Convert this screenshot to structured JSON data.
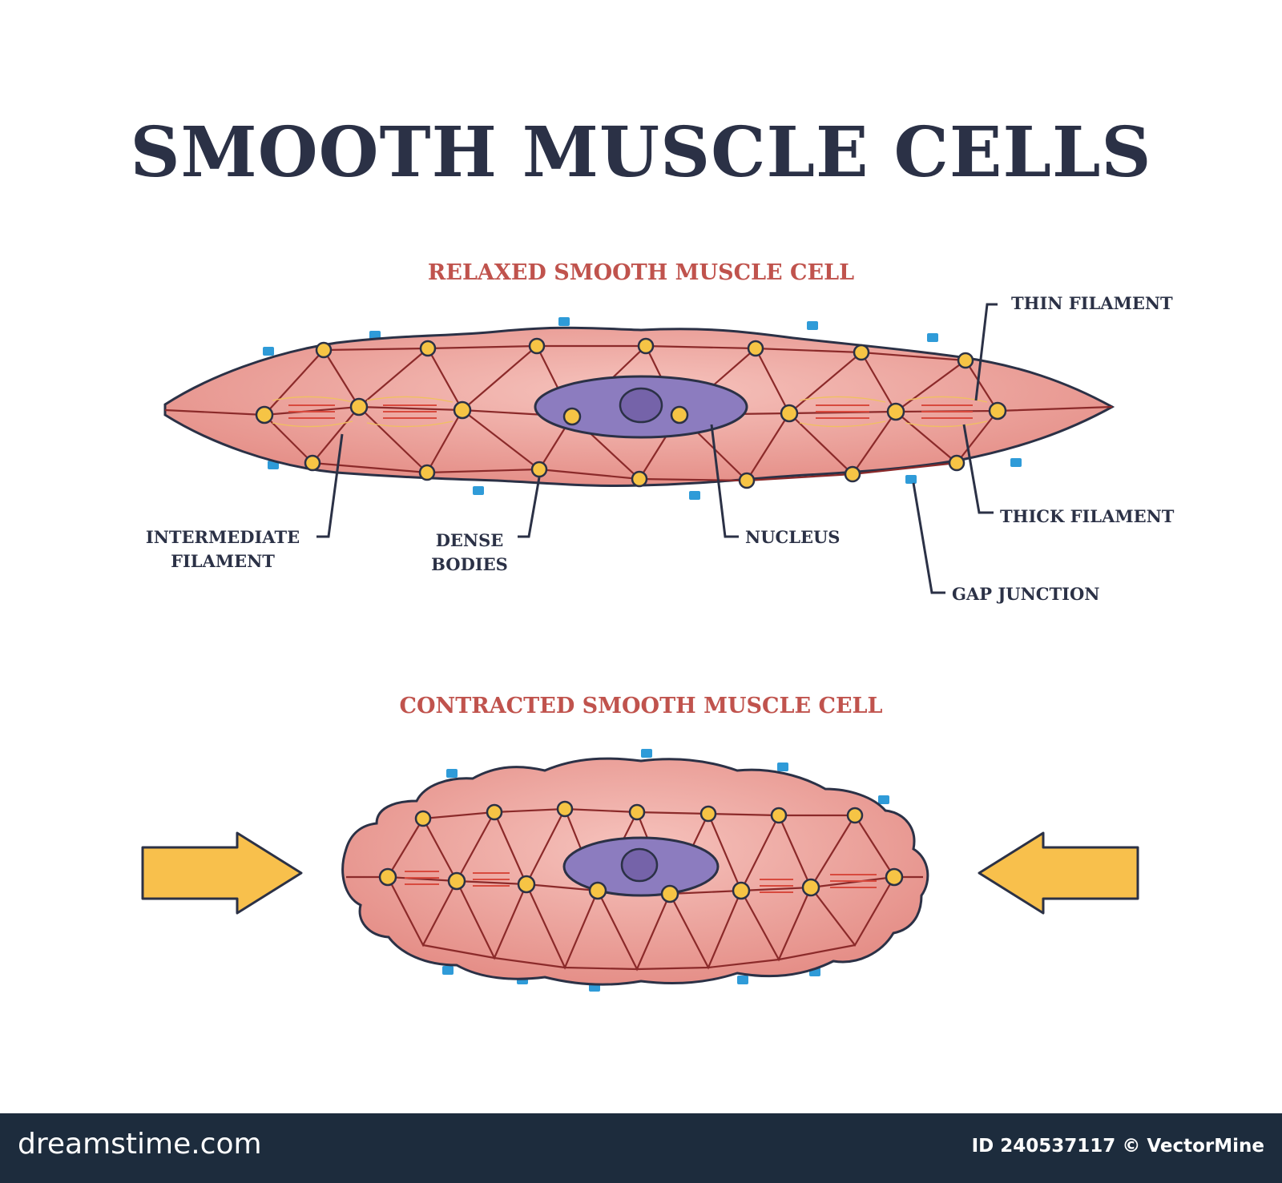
{
  "title": "SMOOTH MUSCLE CELLS",
  "relaxed": {
    "heading": "RELAXED SMOOTH MUSCLE CELL",
    "labels": {
      "thin_filament": "THIN FILAMENT",
      "thick_filament": "THICK FILAMENT",
      "intermediate_filament_line1": "INTERMEDIATE",
      "intermediate_filament_line2": "FILAMENT",
      "dense_bodies_line1": "DENSE",
      "dense_bodies_line2": "BODIES",
      "nucleus": "NUCLEUS",
      "gap_junction": "GAP JUNCTION"
    }
  },
  "contracted": {
    "heading": "CONTRACTED SMOOTH MUSCLE CELL"
  },
  "footer": {
    "brand": "dreamstime.com",
    "image_id": "ID 240537117 © VectorMine"
  },
  "colors": {
    "cell_fill": "#eba29b",
    "cell_outline": "#2b3146",
    "filament_lines": "#8b2a2a",
    "dense_body": "#f6c445",
    "nucleus": "#8c7cbf",
    "gap_junction": "#2f9bd8",
    "arrow": "#f8c04c",
    "heading_red": "#c0534d",
    "title_navy": "#2b3146",
    "footer_bg": "#1d2c3d"
  }
}
